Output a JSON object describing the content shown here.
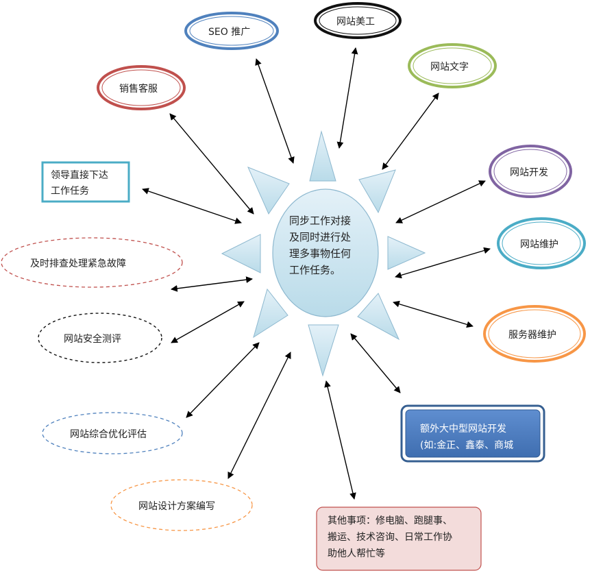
{
  "center": {
    "line1": "同步工作对接",
    "line2": "及同时进行处",
    "line3": "理多事物任何",
    "line4": "工作任务。"
  },
  "nodes": {
    "seo": "SEO 推广",
    "art": "网站美工",
    "copy": "网站文字",
    "sales": "销售客服",
    "lead_line1": "领导直接下达",
    "lead_line2": "工作任务",
    "dev": "网站开发",
    "maint": "网站维护",
    "fault": "及时排查处理紧急故障",
    "server": "服务器维护",
    "security": "网站安全测评",
    "extra_line1": "额外大中型网站开发",
    "extra_line2": "(如:金正、鑫泰、商城",
    "seo_eval": "网站综合优化评估",
    "plan": "网站设计方案编写",
    "other_line1": "其他事项：修电脑、跑腿事、",
    "other_line2": "搬运、技术咨询、日常工作协",
    "other_line3": "助他人帮忙等"
  },
  "colors": {
    "red": "#c0504d",
    "blue": "#4f81bd",
    "black": "#111111",
    "green": "#9bbb59",
    "purple": "#8064a2",
    "teal": "#4bacc6",
    "orange": "#f79646",
    "navy": "#365f91",
    "sun": "#cfe6f1"
  }
}
